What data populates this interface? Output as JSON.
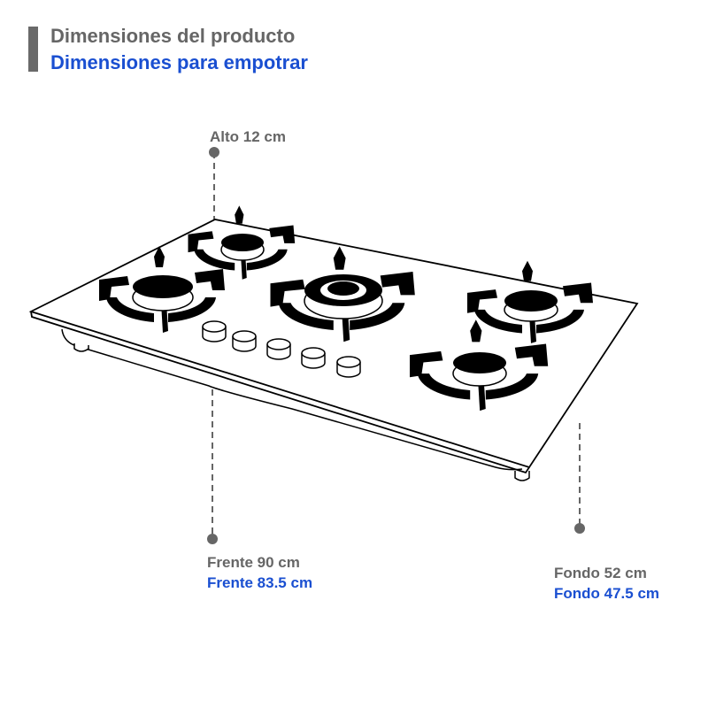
{
  "header": {
    "product_dimensions_title": "Dimensiones del producto",
    "builtin_dimensions_title": "Dimensiones para empotrar"
  },
  "dimensions": {
    "height": {
      "product": "Alto 12 cm"
    },
    "width": {
      "product": "Frente 90 cm",
      "builtin": "Frente 83.5 cm"
    },
    "depth": {
      "product": "Fondo 52 cm",
      "builtin": "Fondo 47.5 cm"
    }
  },
  "illustration": {
    "subject": "gas-cooktop",
    "burners": 5,
    "knobs": 5
  },
  "colors": {
    "product_text": "#666666",
    "builtin_text": "#1a4fd1",
    "marker": "#666666",
    "drawing_line": "#000000"
  }
}
